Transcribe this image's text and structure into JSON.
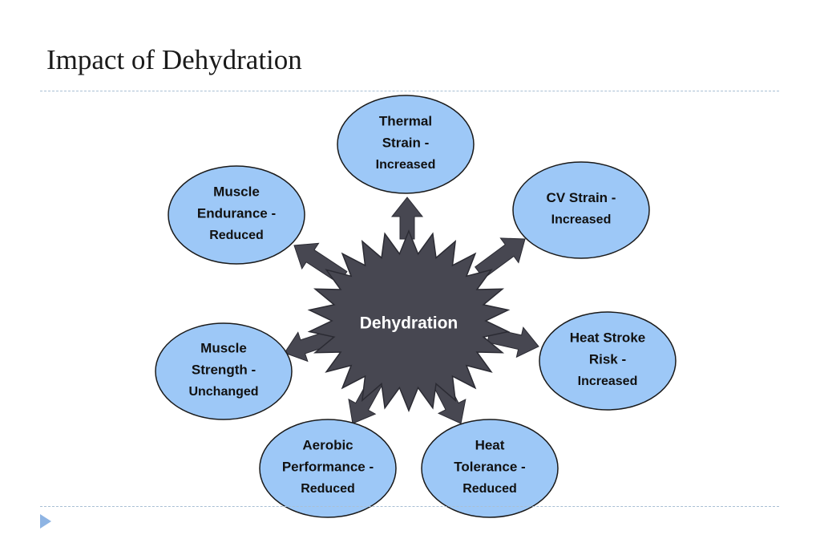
{
  "slide": {
    "title": "Impact of Dehydration"
  },
  "diagram": {
    "center": "Dehydration",
    "colors": {
      "node_fill": "#9dc8f7",
      "node_stroke": "#1a1a1a",
      "star_fill": "#474751",
      "arrow_fill": "#474751",
      "bullet": "#8eb4e3"
    },
    "nodes": [
      {
        "id": "thermal-strain",
        "lines": [
          "Thermal",
          "Strain -",
          "Increased"
        ]
      },
      {
        "id": "cv-strain",
        "lines": [
          "CV Strain -",
          "Increased"
        ]
      },
      {
        "id": "heat-stroke-risk",
        "lines": [
          "Heat Stroke",
          "Risk -",
          "Increased"
        ]
      },
      {
        "id": "heat-tolerance",
        "lines": [
          "Heat",
          "Tolerance -",
          "Reduced"
        ]
      },
      {
        "id": "aerobic-performance",
        "lines": [
          "Aerobic",
          "Performance -",
          "Reduced"
        ]
      },
      {
        "id": "muscle-strength",
        "lines": [
          "Muscle",
          "Strength -",
          "Unchanged"
        ]
      },
      {
        "id": "muscle-endurance",
        "lines": [
          "Muscle",
          "Endurance -",
          "Reduced"
        ]
      }
    ]
  }
}
